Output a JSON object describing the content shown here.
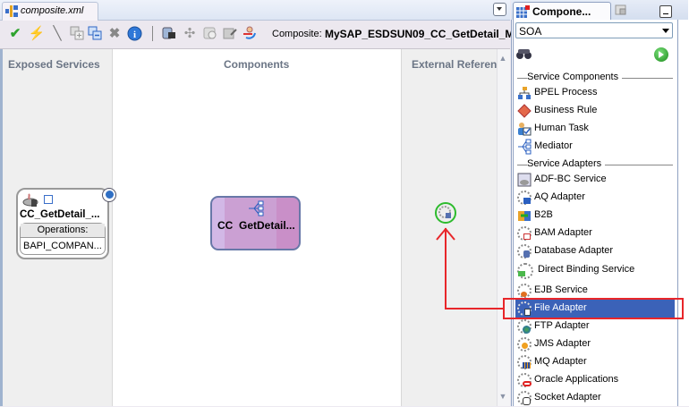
{
  "editor": {
    "tab_label": "composite.xml",
    "toolbar": {
      "buttons": [
        "validate-icon",
        "deploy-icon",
        "test-icon",
        "add-icon",
        "remove-icon",
        "delete-icon",
        "info-icon",
        "adapter-icon",
        "layout-icon",
        "schedule-icon",
        "edit-icon",
        "wire-icon"
      ],
      "composite_label": "Composite:",
      "composite_name": "MySAP_ESDSUN09_CC_GetDetail_M"
    }
  },
  "canvas": {
    "lanes": {
      "exposed": "Exposed Services",
      "components": "Components",
      "external": "External Referen"
    },
    "service": {
      "name": "CC_GetDetail_...",
      "operations_label": "Operations:",
      "operation": "BAPI_COMPAN..."
    },
    "component": {
      "name": "CC  GetDetail..."
    }
  },
  "palette": {
    "tab_label": "Compone...",
    "category": "SOA",
    "search_placeholder": "",
    "sections": [
      {
        "title": "Service Components",
        "items": [
          "BPEL Process",
          "Business Rule",
          "Human Task",
          "Mediator"
        ]
      },
      {
        "title": "Service Adapters",
        "items": [
          "ADF-BC Service",
          "AQ Adapter",
          "B2B",
          "BAM Adapter",
          "Database Adapter",
          "Direct Binding Service",
          "EJB Service",
          "File Adapter",
          "FTP Adapter",
          "JMS Adapter",
          "MQ Adapter",
          "Oracle Applications",
          "Socket Adapter"
        ]
      }
    ],
    "selected_item": "File Adapter"
  },
  "colors": {
    "selection": "#3b62b8",
    "annotation": "#e8262a",
    "highlight_circle": "#2dbb2d"
  }
}
